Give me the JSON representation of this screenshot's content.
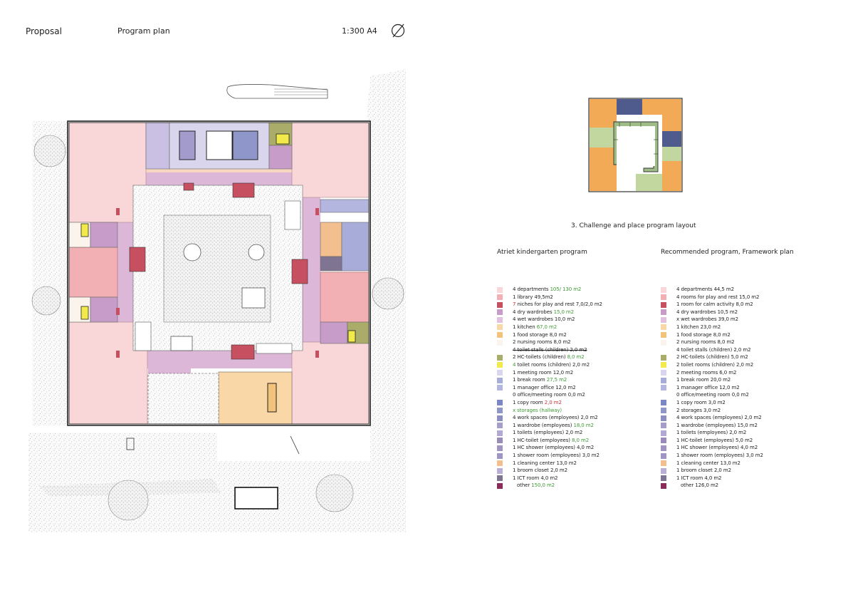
{
  "header": {
    "section": "Proposal",
    "sheet": "Program plan",
    "scale": "1:300 A4"
  },
  "caption": "3. Challenge and place program layout",
  "columns": {
    "left_title": "Atriet kindergarten program",
    "right_title": "Recommended program, Framework plan"
  },
  "colors": {
    "department": "#f9d6d8",
    "library": "#f3b0b4",
    "niches": "#c6505f",
    "dry_wardrobe": "#c89cc9",
    "wet_wardrobe": "#e0c2e0",
    "kitchen": "#f9d7a6",
    "food_storage": "#f3c37c",
    "hc_toilet": "#a9ad69",
    "toilet_room": "#f1ea4a",
    "meeting_room": "#d9d5ec",
    "break_room": "#a8acd8",
    "manager_office": "#b3b6de",
    "copy_room": "#7b86c4",
    "staff": "#9c90c4",
    "cleaning": "#f3bf8e",
    "other": "#8a2c5a",
    "circulation": "#dcb7d8"
  },
  "left_legend": [
    {
      "color": "#f9d6d8",
      "parts": [
        {
          "t": "4 departments "
        },
        {
          "t": "105/ 130 m2",
          "c": "g"
        }
      ]
    },
    {
      "color": "#f3b0b4",
      "parts": [
        {
          "t": "1 library 49,5m2"
        }
      ]
    },
    {
      "color": "#c6505f",
      "parts": [
        {
          "t": "7",
          "c": "r"
        },
        {
          "t": " niches for play and rest 7,0/2,0 m2"
        }
      ]
    },
    {
      "color": "#c89cc9",
      "parts": [
        {
          "t": "4 dry wardrobes "
        },
        {
          "t": "15,0 m2",
          "c": "g"
        }
      ]
    },
    {
      "color": "#e0c2e0",
      "parts": [
        {
          "t": "4 wet wardrobes 10,0 m2"
        }
      ]
    },
    {
      "color": "#f9d7a6",
      "parts": [
        {
          "t": "1 kitchen "
        },
        {
          "t": "67,0 m2",
          "c": "g"
        }
      ]
    },
    {
      "color": "#f3c37c",
      "parts": [
        {
          "t": "1 food storage 8,0 m2"
        }
      ]
    },
    {
      "color": "#fbf4ec",
      "parts": [
        {
          "t": "2 nursing rooms 8,0 m2"
        }
      ]
    },
    {
      "color": "#ffffff",
      "parts": [
        {
          "t": "4 toilet stalls (children) 2,0 m2",
          "c": "s"
        }
      ]
    },
    {
      "color": "#a9ad69",
      "parts": [
        {
          "t": "2 HC-toilets (children) "
        },
        {
          "t": "8,0 m2",
          "c": "g"
        }
      ]
    },
    {
      "color": "#f1ea4a",
      "parts": [
        {
          "t": "4",
          "c": "g"
        },
        {
          "t": " toilet rooms (children) 2,0 m2"
        }
      ]
    },
    {
      "color": "#d9d5ec",
      "parts": [
        {
          "t": "1 meeting room 12,0 m2"
        }
      ]
    },
    {
      "color": "#a8acd8",
      "parts": [
        {
          "t": "1 break room "
        },
        {
          "t": "27,5 m2",
          "c": "g"
        }
      ]
    },
    {
      "color": "#b3b6de",
      "parts": [
        {
          "t": "1 manager office 12,0 m2"
        }
      ]
    },
    {
      "color": "#ffffff",
      "parts": [
        {
          "t": "0 office/meeting room 0,0 m2"
        }
      ]
    },
    {
      "color": "#7b86c4",
      "parts": [
        {
          "t": "1 copy room "
        },
        {
          "t": "2,0 m2",
          "c": "r"
        }
      ]
    },
    {
      "color": "#8f97c9",
      "parts": [
        {
          "t": "x storages (hallway)",
          "c": "g"
        }
      ]
    },
    {
      "color": "#8c8fbf",
      "parts": [
        {
          "t": "4 work spaces (employees) 2,0 m2"
        }
      ]
    },
    {
      "color": "#a79dcb",
      "parts": [
        {
          "t": "1 wardrobe (employees) "
        },
        {
          "t": "18,0 m2",
          "c": "g"
        }
      ]
    },
    {
      "color": "#b1a9d3",
      "parts": [
        {
          "t": "1 toilets (employees) 2,0 m2"
        }
      ]
    },
    {
      "color": "#9a8bb8",
      "parts": [
        {
          "t": "1 HC-toilet (employees) "
        },
        {
          "t": "8,0 m2",
          "c": "g"
        }
      ]
    },
    {
      "color": "#a193c2",
      "parts": [
        {
          "t": "1 HC shower (employees) 4,0 m2"
        }
      ]
    },
    {
      "color": "#9f95c5",
      "parts": [
        {
          "t": "1 shower room (employees) 3,0 m2"
        }
      ]
    },
    {
      "color": "#f3bf8e",
      "parts": [
        {
          "t": "1 cleaning center 13,0 m2"
        }
      ]
    },
    {
      "color": "#b9aed6",
      "parts": [
        {
          "t": "1 broom closet 2,0 m2"
        }
      ]
    },
    {
      "color": "#7f7592",
      "parts": [
        {
          "t": "1 ICT room 4,0 m2"
        }
      ]
    },
    {
      "color": "#8a2c5a",
      "indent": true,
      "parts": [
        {
          "t": "other "
        },
        {
          "t": "150,0 m2",
          "c": "g"
        }
      ]
    }
  ],
  "right_legend": [
    {
      "color": "#f9d6d8",
      "parts": [
        {
          "t": "4 departments 44,5 m2"
        }
      ]
    },
    {
      "color": "#f3b0b4",
      "parts": [
        {
          "t": "4 rooms for play and rest 15,0 m2"
        }
      ]
    },
    {
      "color": "#c6505f",
      "parts": [
        {
          "t": "1 room for calm activity 8,0 m2"
        }
      ]
    },
    {
      "color": "#c89cc9",
      "parts": [
        {
          "t": "4 dry wardrobes 10,5 m2"
        }
      ]
    },
    {
      "color": "#e0c2e0",
      "parts": [
        {
          "t": "x  wet wardrobes 39,0 m2"
        }
      ]
    },
    {
      "color": "#f9d7a6",
      "parts": [
        {
          "t": "1 kitchen 23,0 m2"
        }
      ]
    },
    {
      "color": "#f3c37c",
      "parts": [
        {
          "t": "1 food storage 8,0 m2"
        }
      ]
    },
    {
      "color": "#fbf4ec",
      "parts": [
        {
          "t": "2 nursing rooms 8,0 m2"
        }
      ]
    },
    {
      "color": "#ffffff",
      "parts": [
        {
          "t": "4 toilet stalls (children) 2,0 m2"
        }
      ]
    },
    {
      "color": "#a9ad69",
      "parts": [
        {
          "t": "2 HC-toilets (children) 5,0 m2"
        }
      ]
    },
    {
      "color": "#f1ea4a",
      "parts": [
        {
          "t": "2 toilet rooms (children) 2,0 m2"
        }
      ]
    },
    {
      "color": "#d9d5ec",
      "parts": [
        {
          "t": "2 meeting rooms 6,0 m2"
        }
      ]
    },
    {
      "color": "#a8acd8",
      "parts": [
        {
          "t": "1 break room 20,0 m2"
        }
      ]
    },
    {
      "color": "#b3b6de",
      "parts": [
        {
          "t": "1 manager office 12,0 m2"
        }
      ]
    },
    {
      "color": "#ffffff",
      "parts": [
        {
          "t": "0 office/meeting room 0,0 m2"
        }
      ]
    },
    {
      "color": "#7b86c4",
      "parts": [
        {
          "t": "1 copy room 3,0 m2"
        }
      ]
    },
    {
      "color": "#8f97c9",
      "parts": [
        {
          "t": "2 storages 3,0 m2"
        }
      ]
    },
    {
      "color": "#8c8fbf",
      "parts": [
        {
          "t": "4 work spaces (employees) 2,0 m2"
        }
      ]
    },
    {
      "color": "#a79dcb",
      "parts": [
        {
          "t": "1 wardrobe (employees) 15,0 m2"
        }
      ]
    },
    {
      "color": "#b1a9d3",
      "parts": [
        {
          "t": "1 toilets (employees) 2,0 m2"
        }
      ]
    },
    {
      "color": "#9a8bb8",
      "parts": [
        {
          "t": "1 HC-toilet (employees) 5,0 m2"
        }
      ]
    },
    {
      "color": "#a193c2",
      "parts": [
        {
          "t": "1 HC shower (employees) 4,0 m2"
        }
      ]
    },
    {
      "color": "#9f95c5",
      "parts": [
        {
          "t": "1 shower room (employees) 3,0 m2"
        }
      ]
    },
    {
      "color": "#f3bf8e",
      "parts": [
        {
          "t": "1 cleaning center 13,0 m2"
        }
      ]
    },
    {
      "color": "#b9aed6",
      "parts": [
        {
          "t": "1 broom closet 2,0 m2"
        }
      ]
    },
    {
      "color": "#7f7592",
      "parts": [
        {
          "t": "1 ICT room 4,0 m2"
        }
      ]
    },
    {
      "color": "#8a2c5a",
      "indent": true,
      "parts": [
        {
          "t": "other 126,0 m2"
        }
      ]
    }
  ]
}
